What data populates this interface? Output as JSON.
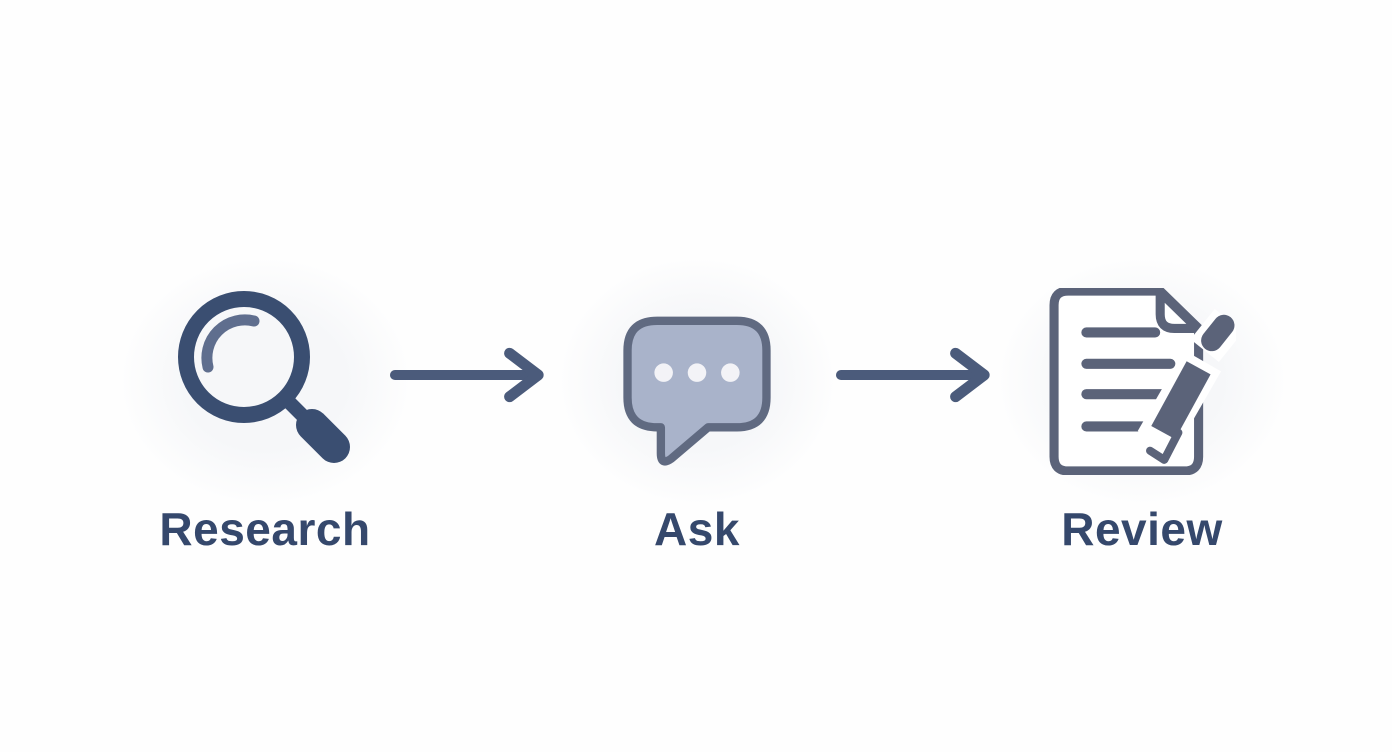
{
  "diagram": {
    "title": "three-step process flow",
    "background_color": "#fefefe",
    "label_color": "#35486c",
    "steps": [
      {
        "label": "Research",
        "icon": "magnifier-icon",
        "icon_color": "#3a4e71",
        "icon_highlight_color": "#5f6e8e"
      },
      {
        "label": "Ask",
        "icon": "speech-bubble-icon",
        "bubble_fill": "#a9b3ca",
        "bubble_border": "#606a81",
        "dot_color": "#f3f3f7",
        "dot_count": 3
      },
      {
        "label": "Review",
        "icon": "document-pencil-icon",
        "icon_color": "#5b6379",
        "line_count": 4
      }
    ],
    "connectors": [
      {
        "type": "arrow-right",
        "color": "#4b5b7b"
      },
      {
        "type": "arrow-right",
        "color": "#4b5b7b"
      }
    ]
  }
}
